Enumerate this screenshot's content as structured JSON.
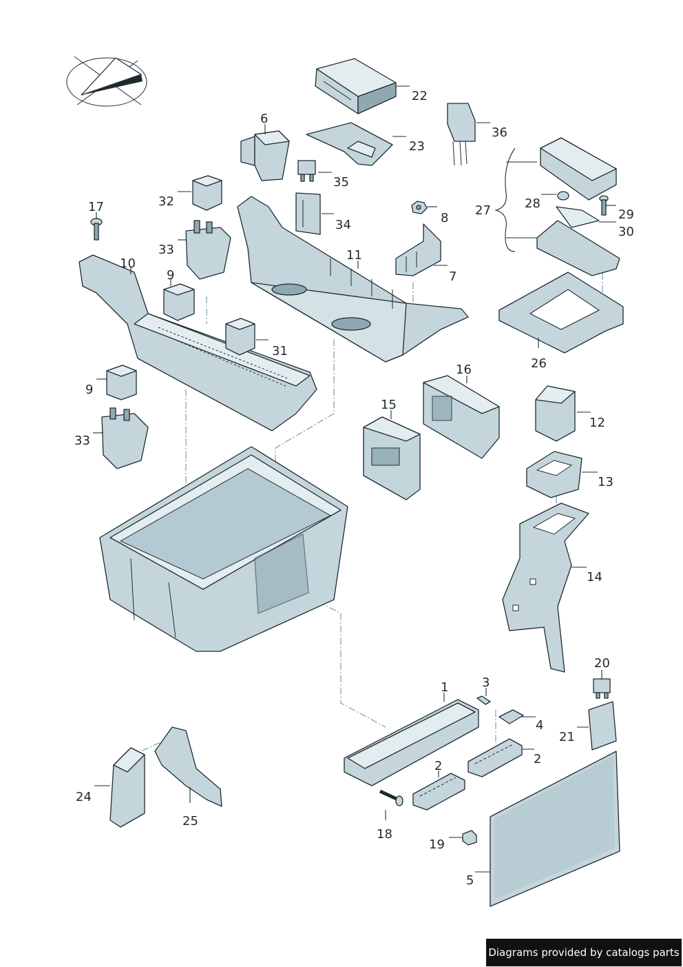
{
  "callouts": {
    "c1": "1",
    "c2a": "2",
    "c2b": "2",
    "c3": "3",
    "c4": "4",
    "c5": "5",
    "c6": "6",
    "c7": "7",
    "c8": "8",
    "c9a": "9",
    "c9b": "9",
    "c10": "10",
    "c11": "11",
    "c12": "12",
    "c13": "13",
    "c14": "14",
    "c15": "15",
    "c16": "16",
    "c17": "17",
    "c18": "18",
    "c19": "19",
    "c20": "20",
    "c21": "21",
    "c22": "22",
    "c23": "23",
    "c24": "24",
    "c25": "25",
    "c26": "26",
    "c27": "27",
    "c28": "28",
    "c29": "29",
    "c30": "30",
    "c31": "31",
    "c32": "32",
    "c33a": "33",
    "c33b": "33",
    "c34": "34",
    "c35": "35",
    "c36": "36"
  },
  "footer": {
    "text": "Diagrams provided by catalogs parts"
  },
  "colors": {
    "part_fill": "#c4d6dc",
    "outline": "#1e2a30",
    "dash_line": "#6f97a8",
    "footer_bg": "#111111"
  }
}
